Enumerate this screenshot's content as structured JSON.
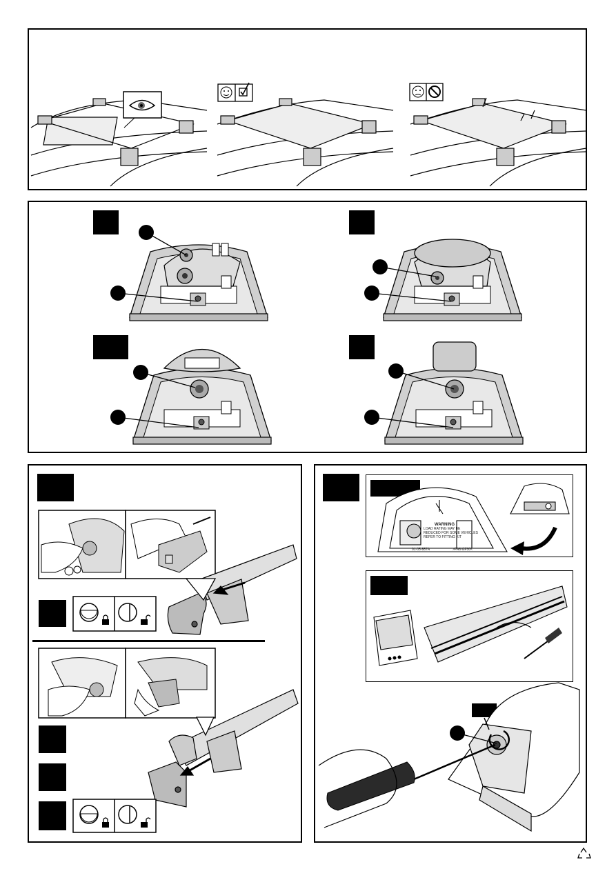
{
  "warning_plate": {
    "title": "WARNING",
    "lines": [
      "LOAD RATING MAY BE",
      "REDUCED FOR SOME VEHICLES",
      "REFER TO FITTING KIT"
    ],
    "part_no": "01-05-887A",
    "material": ">PA6-GF30<"
  },
  "icons": {
    "eye": "eye-icon",
    "smile": "smiley-icon",
    "check": "checkbox-icon",
    "frown": "frown-icon",
    "prohibited": "no-icon",
    "lock": "padlock-closed-icon",
    "unlock": "padlock-open-icon",
    "recycle": "recycle-icon"
  },
  "colors": {
    "ink": "#000000",
    "grey": "#c8c8c8",
    "lightgrey": "#e6e6e6"
  }
}
